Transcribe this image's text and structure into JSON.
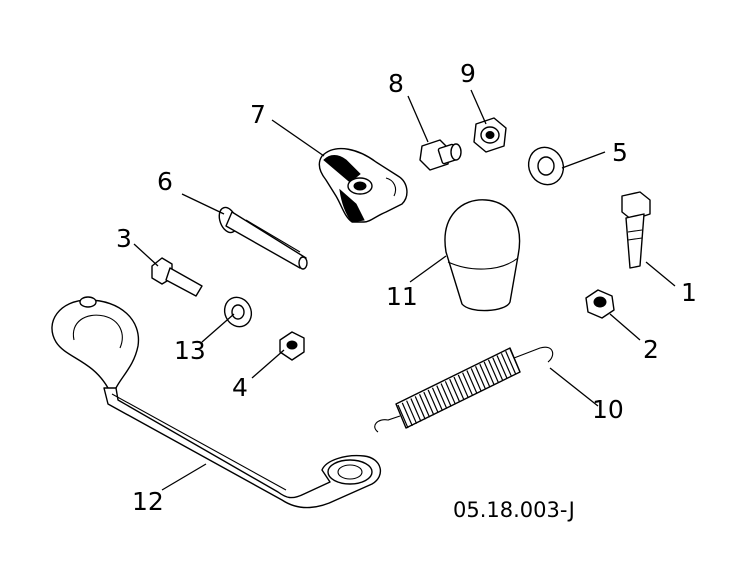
{
  "callouts": [
    "1",
    "2",
    "3",
    "4",
    "5",
    "6",
    "7",
    "8",
    "9",
    "10",
    "11",
    "12",
    "13"
  ],
  "reference_code": "05.18.003-J"
}
